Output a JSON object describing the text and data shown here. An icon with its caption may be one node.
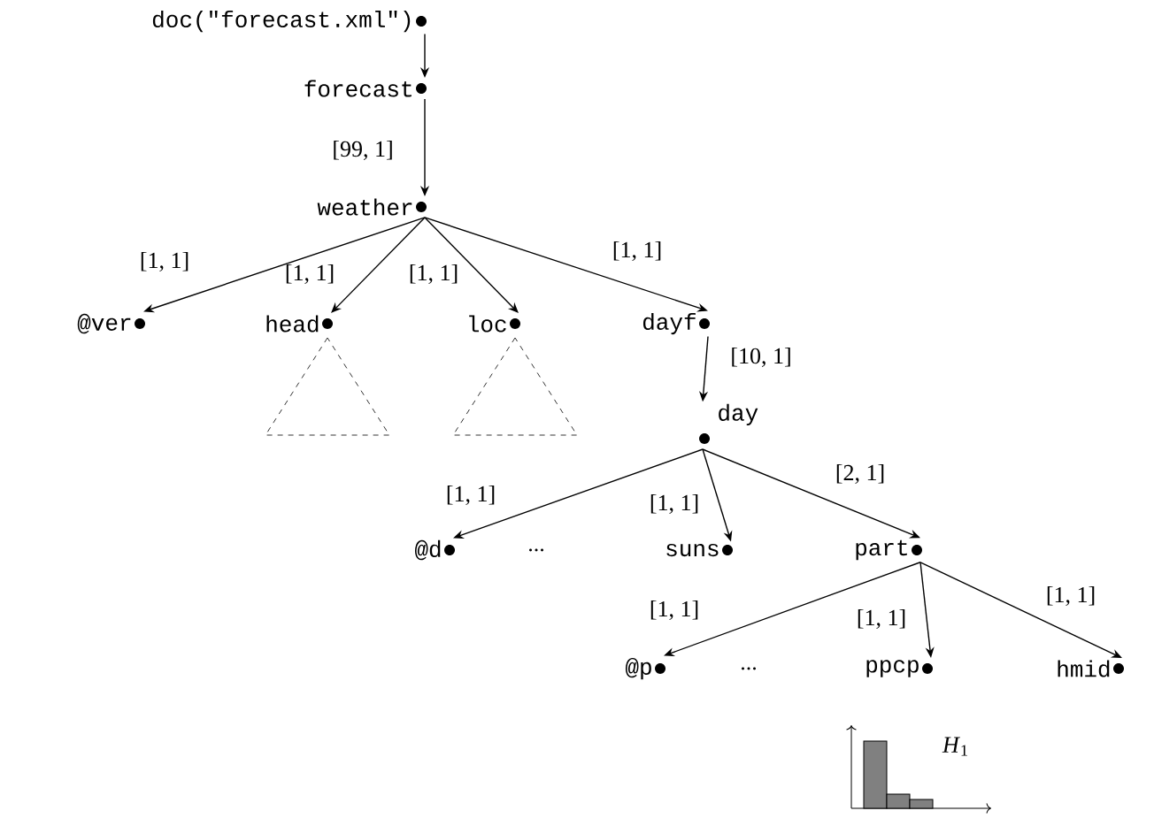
{
  "diagram": {
    "nodes": [
      {
        "text": [
          "doc(\"forecast.xml\")"
        ]
      },
      {
        "text": [
          "forecast"
        ]
      },
      {
        "text": [
          "weather"
        ]
      },
      {
        "text": [
          "@ver"
        ]
      },
      {
        "text": [
          "head"
        ]
      },
      {
        "text": [
          "loc"
        ]
      },
      {
        "text": [
          "dayf"
        ]
      },
      {
        "text": [
          "day"
        ]
      },
      {
        "text": [
          "@d"
        ]
      },
      {
        "text": [
          "suns"
        ]
      },
      {
        "text": [
          "part"
        ]
      },
      {
        "text": [
          "@p"
        ]
      },
      {
        "text": [
          "ppcp"
        ]
      },
      {
        "text": [
          "hmid"
        ]
      }
    ],
    "edges": [
      {
        "from": 0,
        "to": 1,
        "arrow": "to"
      },
      {
        "from": 1,
        "to": 2,
        "arrow": "to",
        "label": "[99, 1]"
      },
      {
        "from": 2,
        "to": 3,
        "arrow": "to",
        "label": "[1, 1]"
      },
      {
        "from": 2,
        "to": 4,
        "arrow": "to",
        "label": "[1, 1]"
      },
      {
        "from": 2,
        "to": 5,
        "arrow": "to",
        "label": "[1, 1]"
      },
      {
        "from": 2,
        "to": 6,
        "arrow": "to",
        "label": "[1, 1]"
      },
      {
        "from": 6,
        "to": 7,
        "arrow": "to",
        "label": "[10, 1]"
      },
      {
        "from": 7,
        "to": 8,
        "arrow": "to",
        "label": "[1, 1]"
      },
      {
        "from": 7,
        "to": 9,
        "arrow": "to",
        "label": "[1, 1]"
      },
      {
        "from": 7,
        "to": 10,
        "arrow": "to",
        "label": "[2, 1]"
      },
      {
        "from": 10,
        "to": 11,
        "arrow": "to",
        "label": "[1, 1]"
      },
      {
        "from": 10,
        "to": 12,
        "arrow": "to",
        "label": "[1, 1]"
      },
      {
        "from": 10,
        "to": 13,
        "arrow": "to",
        "label": "[1, 1]"
      }
    ],
    "labels": [
      "...",
      "...",
      "*H*$_{1}$"
    ]
  }
}
